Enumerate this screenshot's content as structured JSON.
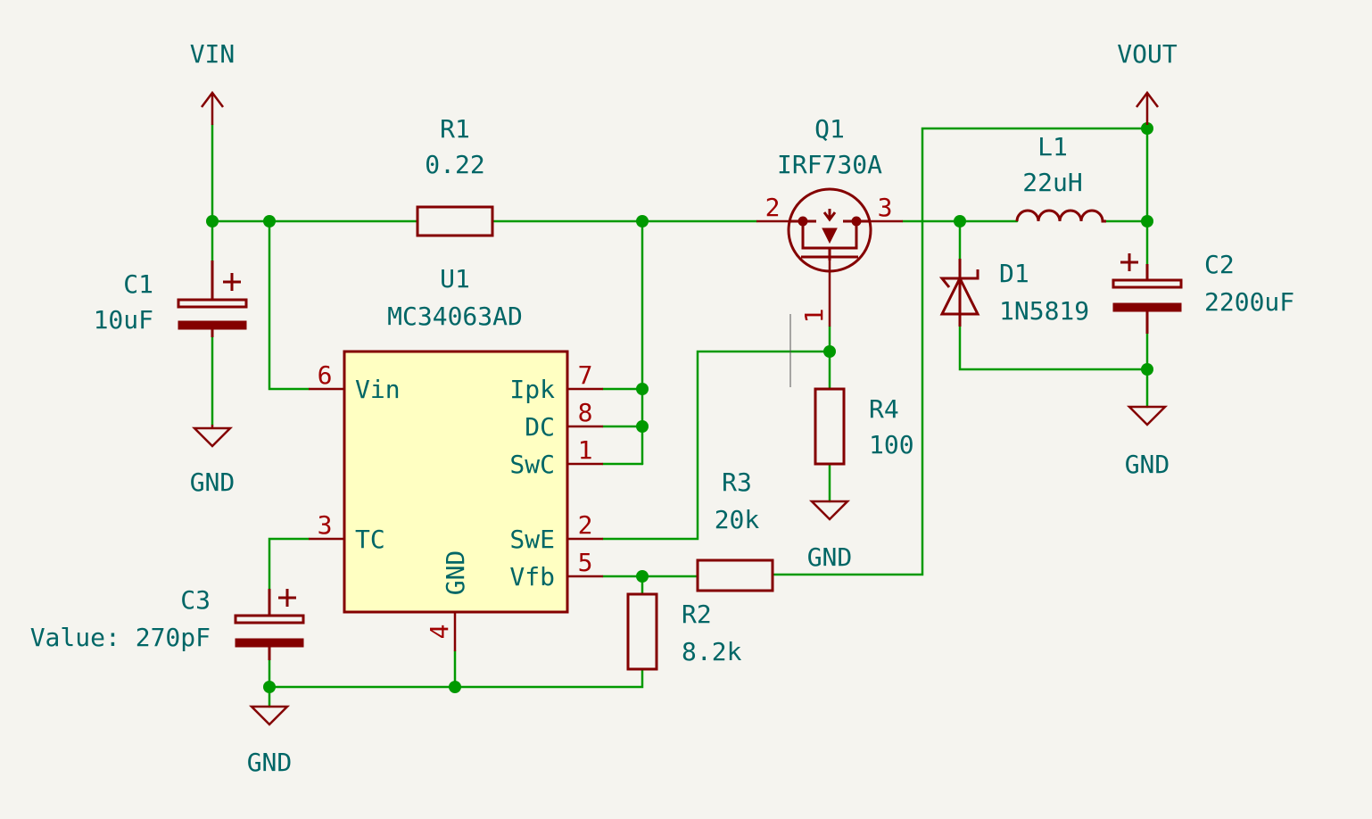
{
  "power": {
    "vin": "VIN",
    "vout": "VOUT",
    "gnd": "GND"
  },
  "components": {
    "r1": {
      "ref": "R1",
      "value": "0.22"
    },
    "r2": {
      "ref": "R2",
      "value": "8.2k"
    },
    "r3": {
      "ref": "R3",
      "value": "20k"
    },
    "r4": {
      "ref": "R4",
      "value": "100"
    },
    "c1": {
      "ref": "C1",
      "value": "10uF"
    },
    "c2": {
      "ref": "C2",
      "value": "2200uF"
    },
    "c3": {
      "ref": "C3",
      "value": "Value: 270pF"
    },
    "l1": {
      "ref": "L1",
      "value": "22uH"
    },
    "d1": {
      "ref": "D1",
      "value": "1N5819"
    },
    "q1": {
      "ref": "Q1",
      "value": "IRF730A",
      "pins": {
        "gate": "2",
        "drain": "3",
        "source": "1"
      }
    },
    "u1": {
      "ref": "U1",
      "value": "MC34063AD",
      "pins": {
        "vin": {
          "name": "Vin",
          "num": "6"
        },
        "tc": {
          "name": "TC",
          "num": "3"
        },
        "gnd": {
          "name": "GND",
          "num": "4"
        },
        "ipk": {
          "name": "Ipk",
          "num": "7"
        },
        "dc": {
          "name": "DC",
          "num": "8"
        },
        "swc": {
          "name": "SwC",
          "num": "1"
        },
        "swe": {
          "name": "SwE",
          "num": "2"
        },
        "vfb": {
          "name": "Vfb",
          "num": "5"
        }
      }
    }
  },
  "colors": {
    "wire": "#009900",
    "symbol": "#840000",
    "label": "#006666",
    "pin_number": "#a00000",
    "ic_fill": "#ffffc2",
    "background": "#f5f4ef"
  }
}
